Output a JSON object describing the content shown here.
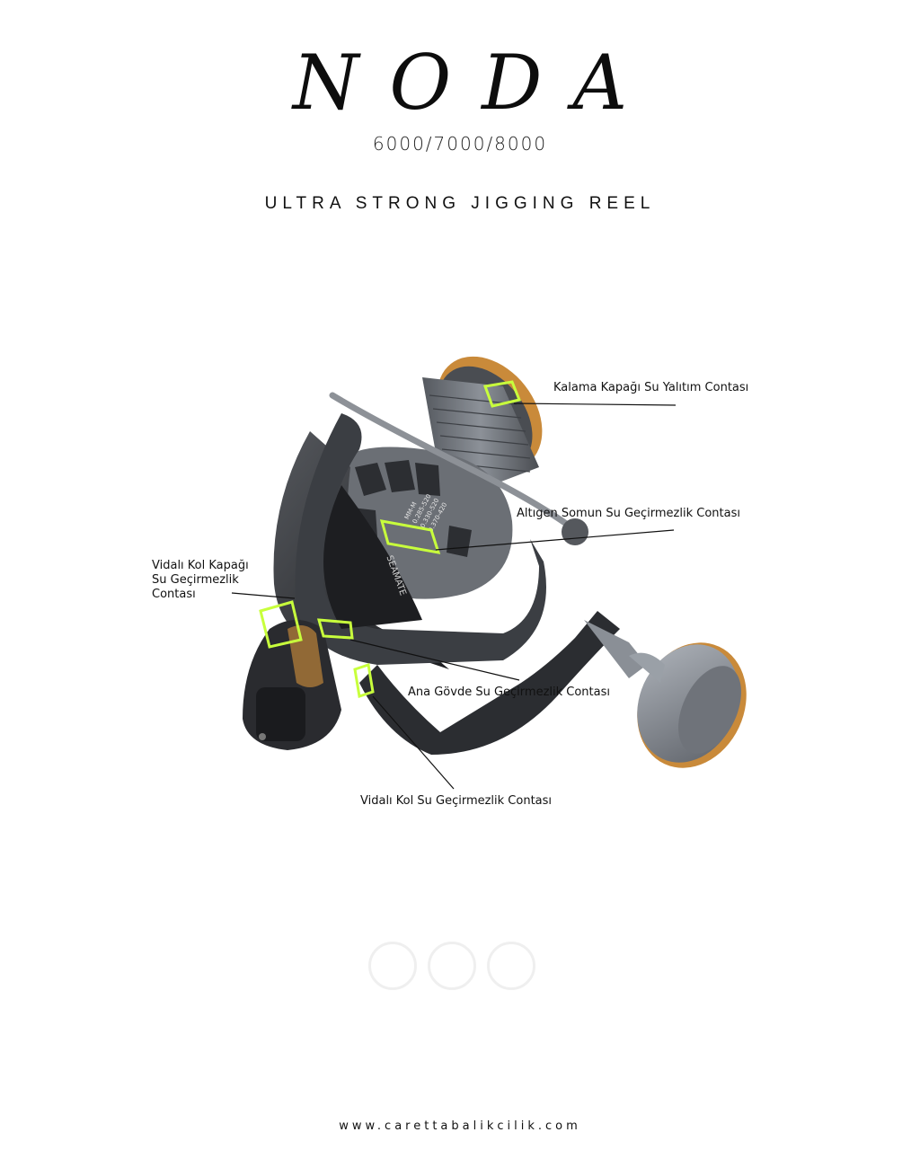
{
  "header": {
    "brand": "NODA",
    "models": "6000/7000/8000",
    "tagline": "ULTRA STRONG JIGGING REEL"
  },
  "callouts": {
    "spool_cap_seal": "Kalama Kapağı Su Yalıtım Contası",
    "hex_nut_seal": "Altıgen Somun Su Geçirmezlik Contası",
    "screw_arm_cap_seal": "Vidalı Kol Kapağı Su Geçirmezlik Contası",
    "main_body_seal": "Ana Gövde Su Geçirmezlik Contası",
    "screw_arm_seal": "Vidalı Kol Su Geçirmezlik Contası"
  },
  "reel_text": {
    "spool_specs": [
      "MM-M",
      "0.285-520",
      "0.330-520",
      "0.370-420"
    ],
    "body_brand": "SEAMATE"
  },
  "colors": {
    "highlight": "#c8ff3c",
    "accent_gold": "#c98a3a",
    "body_dark": "#2b2d31",
    "metal_gray": "#8a8f96"
  },
  "footer": {
    "url": "www.carettabalikcilik.com"
  }
}
